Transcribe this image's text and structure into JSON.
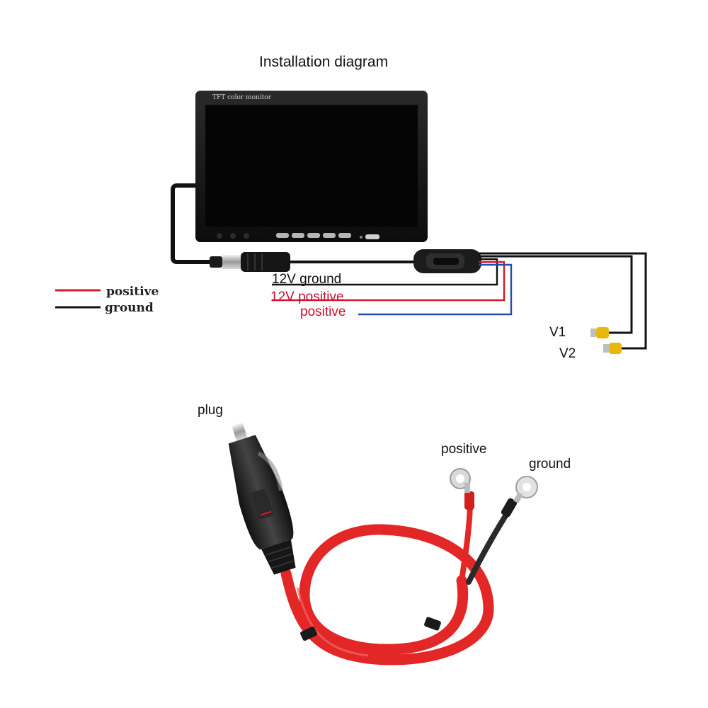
{
  "title": "Installation diagram",
  "monitor": {
    "brand_text": "TFT color monitor"
  },
  "legend": {
    "positive_label": "positive",
    "ground_label": "ground"
  },
  "wires": {
    "ground_12v": "12V ground",
    "positive_12v": "12V positive",
    "positive": "positive"
  },
  "video_inputs": {
    "v1": "V1",
    "v2": "V2"
  },
  "power_cable": {
    "plug": "plug",
    "positive": "positive",
    "ground": "ground"
  },
  "colors": {
    "positive_red": "#d11a2a",
    "ground_black": "#111111",
    "signal_blue": "#1d4fb5",
    "label_red": "#c8102e",
    "cable_red": "#e32626",
    "rca_yellow": "#e8b80c"
  }
}
